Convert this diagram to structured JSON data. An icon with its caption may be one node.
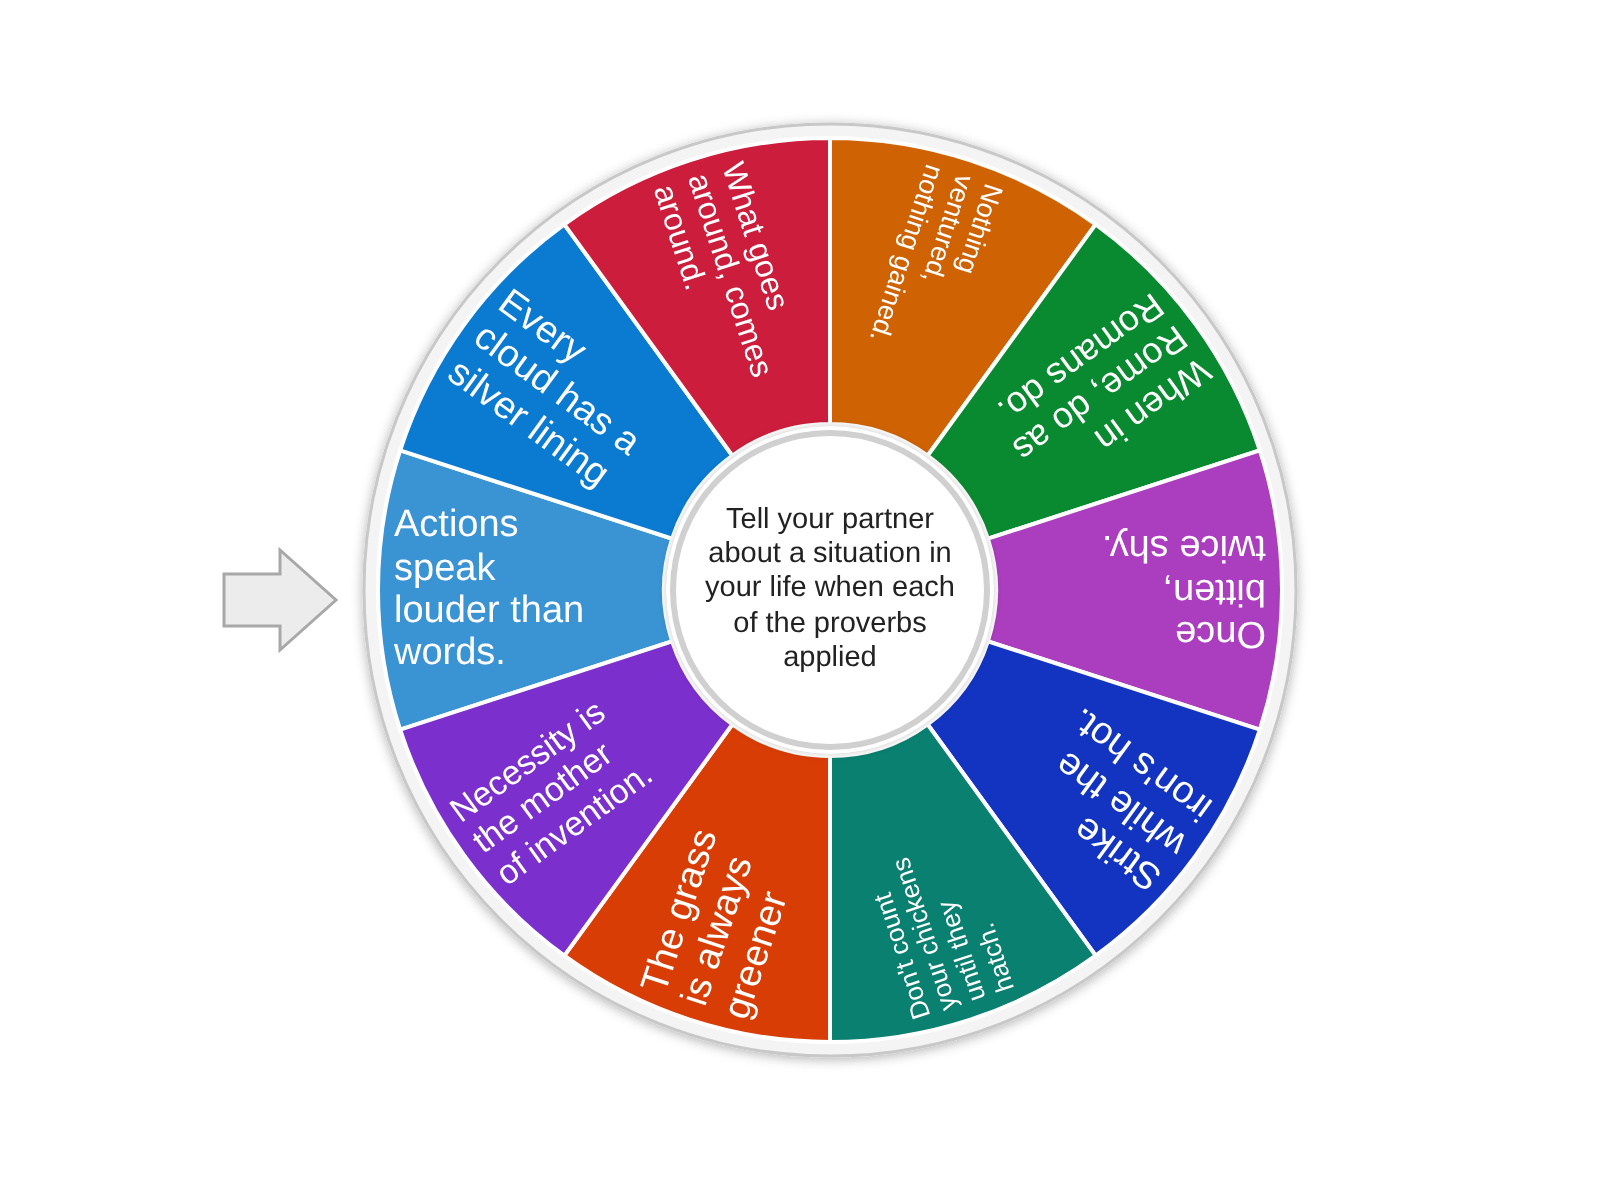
{
  "diagram": {
    "nodes": [
      {
        "text": [
          "Tell your partner about a situation in your life when each of the proverbs applied"
        ]
      },
      {
        "text": [
          "Actions speak louder than words."
        ]
      },
      {
        "text": [
          "Every cloud has a silver lining"
        ]
      },
      {
        "text": [
          "What goes around, comes around."
        ]
      },
      {
        "text": [
          "Nothing ventured, nothing gained."
        ]
      },
      {
        "text": [
          "When in Rome, do as Romans do."
        ]
      },
      {
        "text": [
          "Once bitten, twice shy."
        ]
      },
      {
        "text": [
          "Strike while the iron's hot."
        ]
      },
      {
        "text": [
          "Don't count your chickens until they hatch."
        ]
      },
      {
        "text": [
          "The grass is always greener"
        ]
      },
      {
        "text": [
          "Necessity is the mother of invention."
        ]
      }
    ]
  }
}
